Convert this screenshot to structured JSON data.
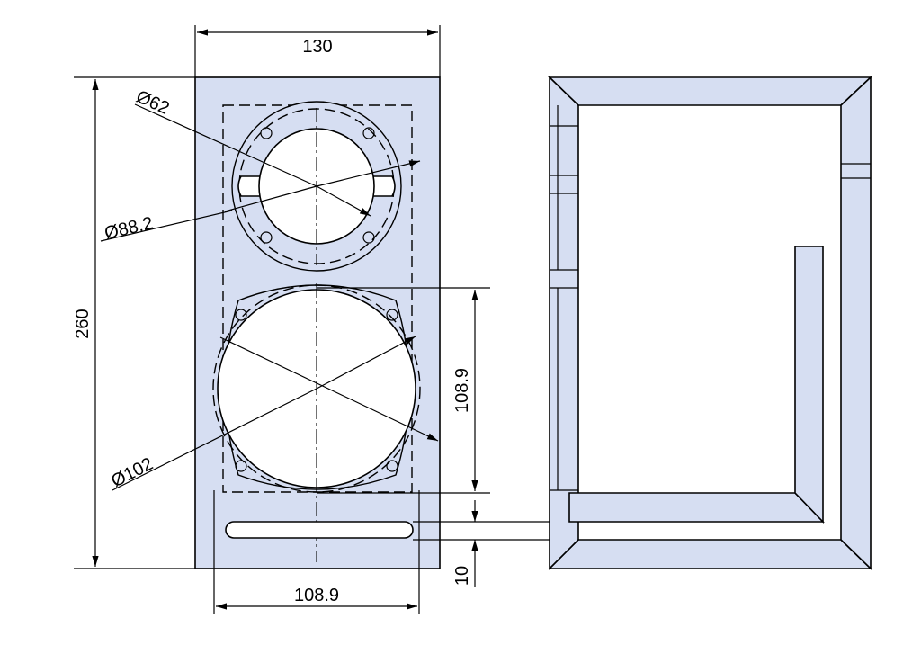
{
  "dimensions": {
    "width_top": "130",
    "height_left": "260",
    "tweeter_outer": "Ø62",
    "tweeter_inner": "Ø88.2",
    "woofer": "Ø102",
    "woofer_spacing": "108.9",
    "port_height": "10",
    "bottom_width": "108.9"
  },
  "colors": {
    "panel_fill": "#d6def2",
    "line": "#000000",
    "cutout": "#ffffff"
  }
}
